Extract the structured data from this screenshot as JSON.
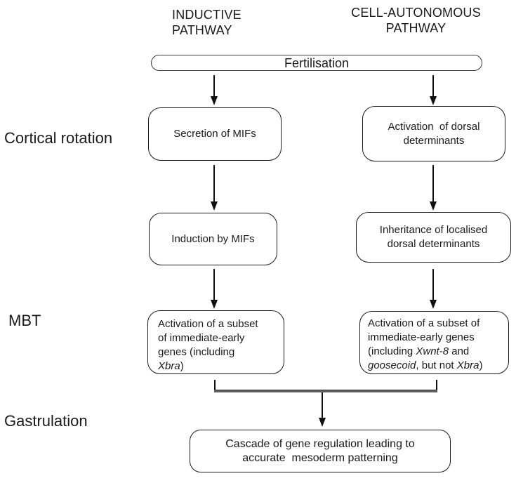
{
  "diagram": {
    "headers": {
      "inductive": "INDUCTIVE\nPATHWAY",
      "cell_autonomous": "CELL-AUTONOMOUS\nPATHWAY"
    },
    "stage_labels": {
      "cortical_rotation": "Cortical rotation",
      "mbt": "MBT",
      "gastrulation": "Gastrulation"
    },
    "nodes": {
      "fertilisation": "Fertilisation",
      "secretion_mifs": "Secretion of MIFs",
      "activation_dorsal": "Activation  of dorsal\ndeterminants",
      "induction_mifs": "Induction by MIFs",
      "inheritance_dorsal": "Inheritance of localised\ndorsal determinants",
      "mbt_inductive_lines": [
        [
          {
            "t": "Activation of a subset",
            "i": false
          }
        ],
        [
          {
            "t": "of immediate-early",
            "i": false
          }
        ],
        [
          {
            "t": "genes (including",
            "i": false
          }
        ],
        [
          {
            "t": "Xbra",
            "i": true
          },
          {
            "t": ")",
            "i": false
          }
        ]
      ],
      "mbt_cell_autonomous_lines": [
        [
          {
            "t": "Activation of a subset of",
            "i": false
          }
        ],
        [
          {
            "t": "immediate-early genes",
            "i": false
          }
        ],
        [
          {
            "t": "(including ",
            "i": false
          },
          {
            "t": "Xwnt-8",
            "i": true
          },
          {
            "t": " and",
            "i": false
          }
        ],
        [
          {
            "t": "goosecoid",
            "i": true
          },
          {
            "t": ", but not ",
            "i": false
          },
          {
            "t": "Xbra",
            "i": true
          },
          {
            "t": ")",
            "i": false
          }
        ]
      ],
      "cascade": "Cascade of gene regulation leading to\naccurate  mesoderm patterning"
    },
    "colors": {
      "background": "#ffffff",
      "text": "#1a1a1a",
      "box_border": "#1c1c1c",
      "pill_border": "#3c3c3c",
      "arrow": "#111111",
      "merge_bar": "#5f5f5f"
    }
  }
}
